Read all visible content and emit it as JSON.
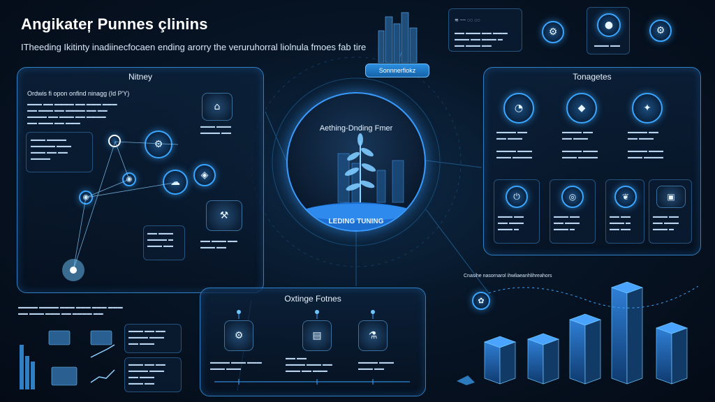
{
  "header": {
    "title": "Angikateŗ Punnes çlinins",
    "subtitle": "ITheeding Ikitinty inadiinecfocaen ending arorry the veruruhorral liolnula fmoes fab tire"
  },
  "center": {
    "pill_label": "Sonnnerfiokz",
    "heading": "Aething-Dnding Fmer",
    "footer": "LEDING TUNING"
  },
  "left_panel": {
    "title": "Nitney",
    "subtitle": "Ordwis fi opon onfind ninagg (Id P'Y)"
  },
  "right_panel": {
    "title": "Tonagetes"
  },
  "bottom_panel": {
    "title": "Oxtinge Fotnes"
  },
  "bottom_right": {
    "caption": "Cnasihe nasornarol ihwliaeanhlihreahors"
  },
  "colors": {
    "accent": "#3aa6ff",
    "panel_border": "#2f7fc4",
    "background": "#071526"
  }
}
